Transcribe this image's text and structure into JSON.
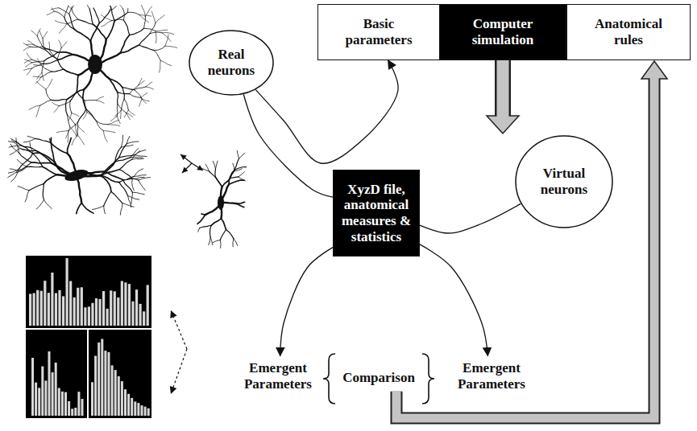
{
  "diagram": {
    "nodes": [
      {
        "text": [
          "Real neurons"
        ]
      },
      {
        "text": [
          "Basic parameters"
        ]
      },
      {
        "text": [
          "Computer simulation"
        ]
      },
      {
        "text": [
          "Anatomical rules"
        ]
      },
      {
        "text": [
          "Virtual neurons"
        ]
      },
      {
        "text": [
          "XyzD file, anatomical measures & statistics"
        ]
      },
      {
        "text": [
          "Emergent Parameters"
        ]
      },
      {
        "text": [
          "Comparison"
        ]
      },
      {
        "text": [
          "Emergent Parameters"
        ]
      }
    ],
    "edges": [
      {
        "from": 0,
        "to": 1,
        "arrow": "to"
      },
      {
        "from": 0,
        "to": 5,
        "arrow": "none"
      },
      {
        "from": 5,
        "to": 6,
        "arrow": "to"
      },
      {
        "from": 4,
        "to": 5,
        "arrow": "none"
      },
      {
        "from": 5,
        "to": 8,
        "arrow": "to"
      },
      {
        "from": 2,
        "to": 4,
        "arrow": "to"
      },
      {
        "from": 7,
        "to": 3,
        "arrow": "to"
      }
    ]
  }
}
